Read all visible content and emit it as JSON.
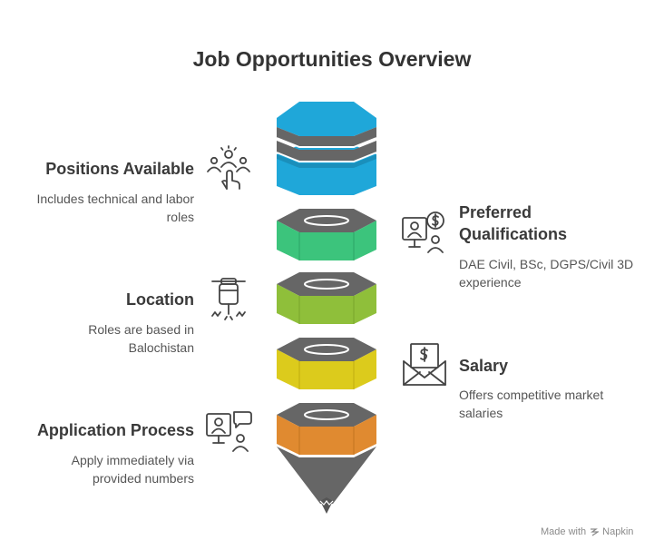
{
  "title": "Job Opportunities Overview",
  "items": [
    {
      "heading": "Positions Available",
      "description_lines": [
        "Includes technical and labor",
        "roles"
      ],
      "icon": "people-hand-icon"
    },
    {
      "heading_lines": [
        "Preferred",
        "Qualifications"
      ],
      "description_lines": [
        "DAE Civil, BSc, DGPS/Civil 3D",
        "experience"
      ],
      "icon": "person-dollar-computer-icon"
    },
    {
      "heading": "Location",
      "description_lines": [
        "Roles are based in",
        "Balochistan"
      ],
      "icon": "jackhammer-icon"
    },
    {
      "heading": "Salary",
      "description_lines": [
        "Offers competitive market",
        "salaries"
      ],
      "icon": "envelope-dollar-icon"
    },
    {
      "heading": "Application Process",
      "description_lines": [
        "Apply immediately via",
        "provided numbers"
      ],
      "icon": "person-chat-computer-icon"
    }
  ],
  "colors": {
    "segment_top": "#1fa7d9",
    "segment_2": "#3cc47c",
    "segment_3": "#8fbf3a",
    "segment_4": "#dccb1c",
    "segment_5": "#e08a30",
    "cap": "#6b6b6b"
  },
  "footer": {
    "made_with": "Made with",
    "brand": "Napkin"
  }
}
